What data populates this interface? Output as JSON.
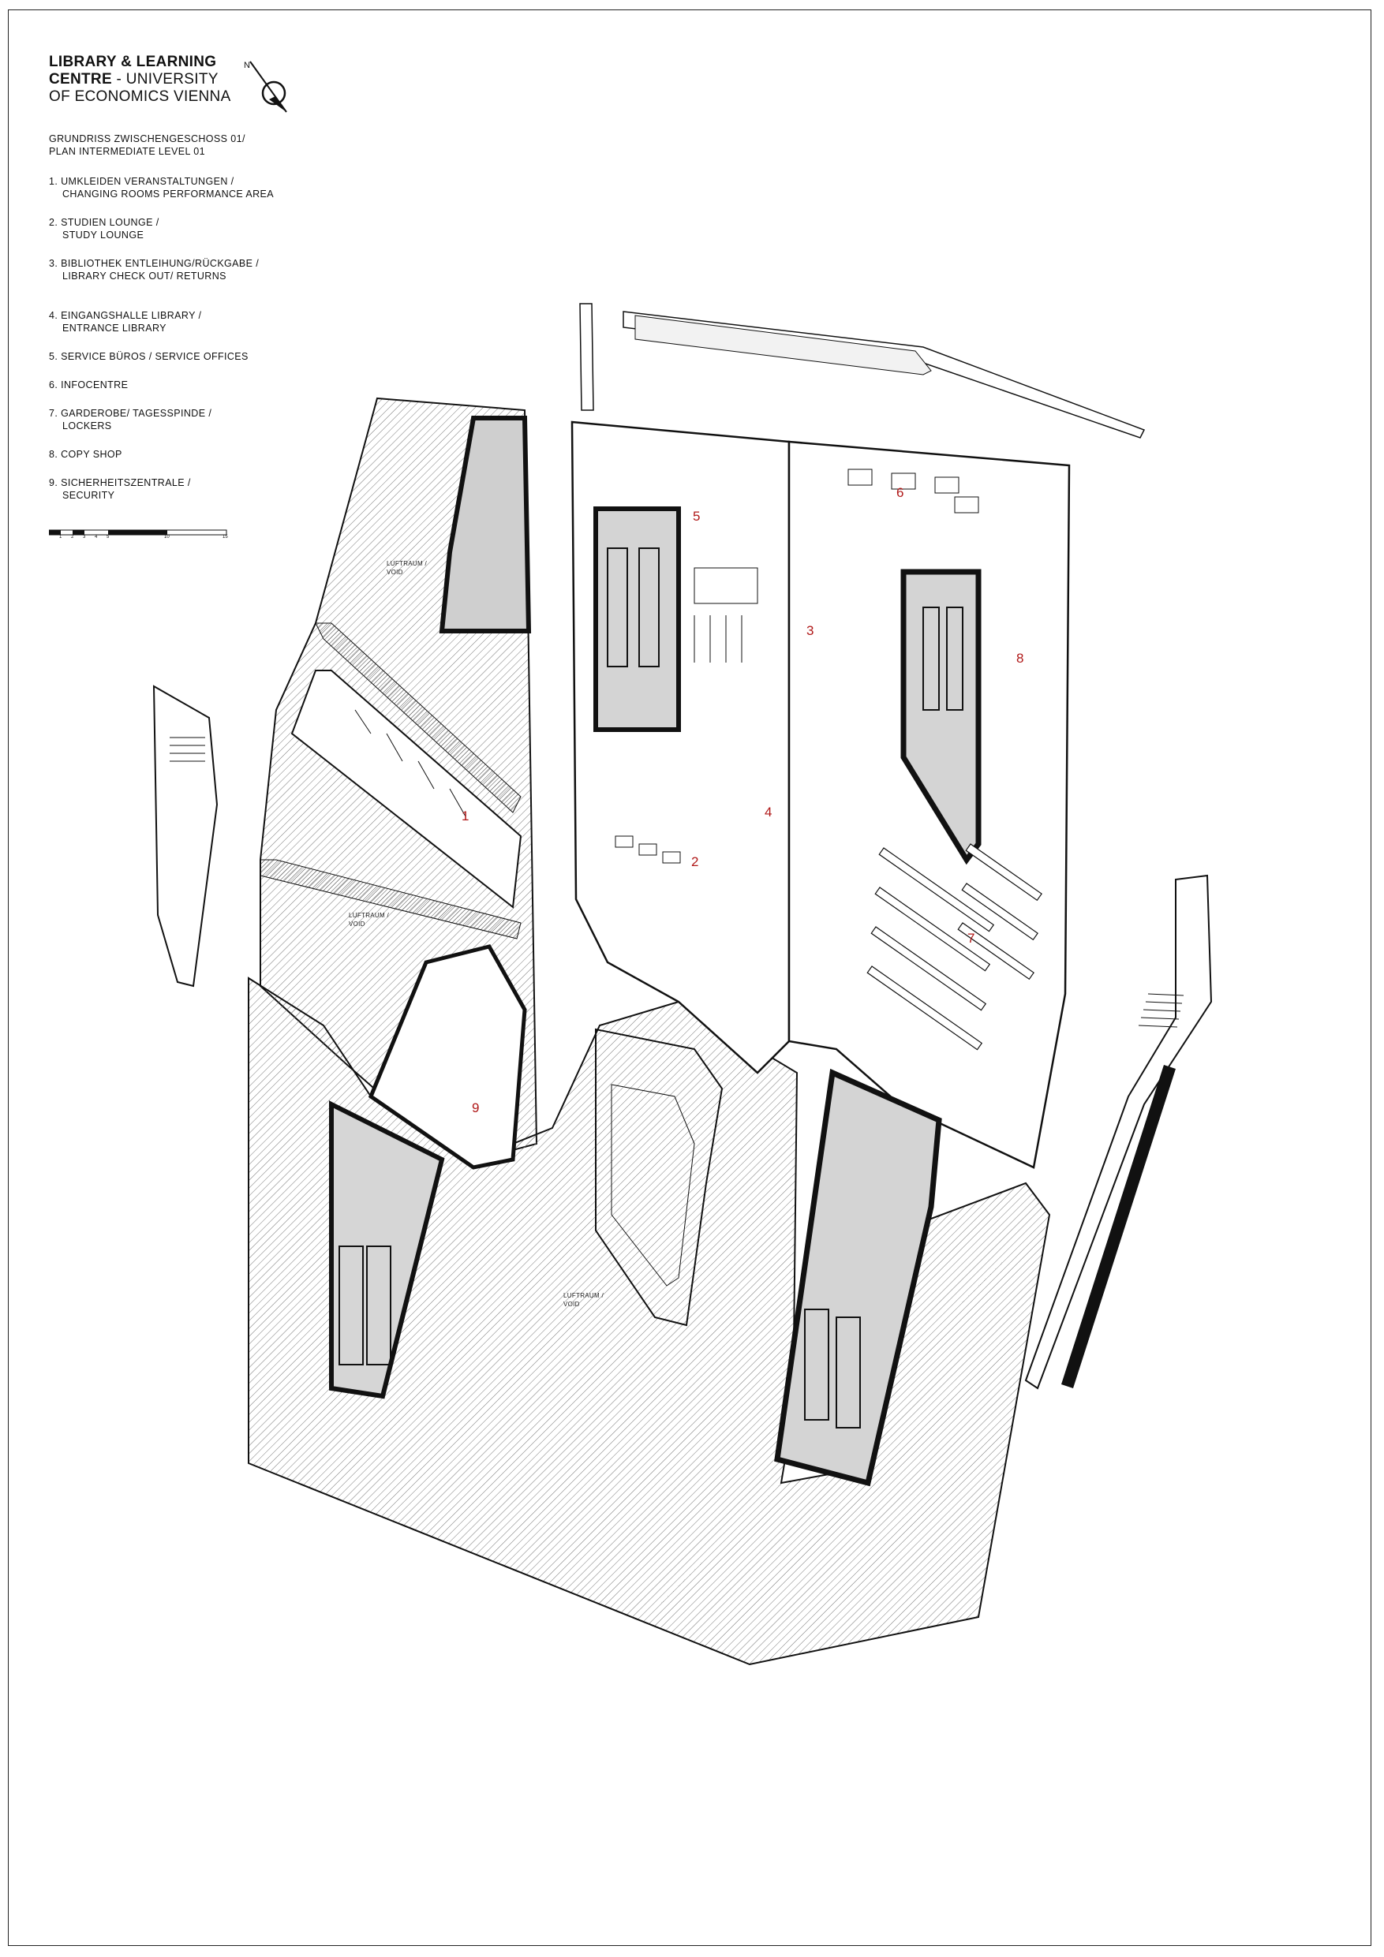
{
  "title": {
    "line1": "LIBRARY & LEARNING",
    "line2_bold": "CENTRE",
    "line2_rest": " - UNIVERSITY",
    "line3": "OF ECONOMICS VIENNA"
  },
  "subtitle": {
    "line1": "GRUNDRISS ZWISCHENGESCHOSS 01/",
    "line2": "PLAN INTERMEDIATE LEVEL 01"
  },
  "legend": [
    {
      "l1": "1. UMKLEIDEN VERANSTALTUNGEN /",
      "l2": "CHANGING ROOMS PERFORMANCE AREA"
    },
    {
      "l1": "2.  STUDIEN LOUNGE /",
      "l2": "STUDY LOUNGE"
    },
    {
      "l1": "3. BIBLIOTHEK ENTLEIHUNG/RÜCKGABE /",
      "l2": "LIBRARY CHECK OUT/ RETURNS"
    },
    {
      "l1": "4. EINGANGSHALLE LIBRARY /",
      "l2": "ENTRANCE LIBRARY"
    },
    {
      "l1": "5. SERVICE BÜROS / SERVICE OFFICES",
      "l2": ""
    },
    {
      "l1": "6. INFOCENTRE",
      "l2": ""
    },
    {
      "l1": "7. GARDEROBE/ TAGESSPINDE /",
      "l2": "LOCKERS"
    },
    {
      "l1": "8. COPY SHOP",
      "l2": ""
    },
    {
      "l1": "9. SICHERHEITSZENTRALE /",
      "l2": "SECURITY"
    }
  ],
  "scale": {
    "labels": [
      "1",
      "2",
      "3",
      "4",
      "5",
      "10",
      "15"
    ]
  },
  "plan": {
    "numbers": [
      "1",
      "2",
      "3",
      "4",
      "5",
      "6",
      "7",
      "8",
      "9"
    ],
    "void_label_line1": "LUFTRAUM /",
    "void_label_line2": "VOID"
  },
  "colors": {
    "ink": "#111111",
    "hatch": "#6a6a6a",
    "room_number": "#b01818",
    "core_fill": "#d9d9d9"
  }
}
